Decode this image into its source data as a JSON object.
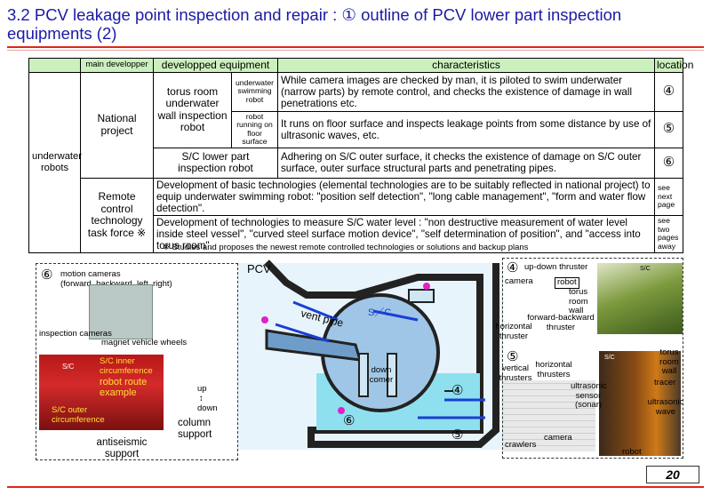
{
  "title": {
    "line1": "3.2 PCV leakage point inspection and repair : ①  outline of PCV lower part inspection",
    "line2": "equipments (2)"
  },
  "table": {
    "headers": {
      "main_developer": "main developper",
      "equipment": "developped equipment",
      "characteristics": "characteristics",
      "location": "location"
    },
    "category": "underwater robots",
    "national_project": "National project",
    "torus_room_robot": "torus room underwater wall inspection robot",
    "swimming_robot": "underwater swimming robot",
    "swimming_char": "While camera images are checked by man, it is piloted to swim underwater (narrow parts) by remote control, and checks the existence of damage in wall penetrations etc.",
    "swimming_loc": "④",
    "floor_robot": "robot running on floor surface",
    "floor_char": "It runs on floor surface and inspects leakage points from some distance by use of ultrasonic waves, etc.",
    "floor_loc": "⑤",
    "sc_robot": "S/C lower part inspection robot",
    "sc_char": "Adhering on S/C outer surface, it checks the existence of damage on S/C outer surface, outer surface structural parts and penetrating pipes.",
    "sc_loc": "⑥",
    "task_force": "Remote control technology task force ※",
    "tf_row1": "Development of basic technologies (elemental technologies are to be suitably reflected in national project) to equip underwater swimming robot: \"position self detection\", \"long cable management\", \"form and water flow detection\".",
    "tf_row1_note": "see next page",
    "tf_row2": "Development of technologies to measure S/C water level : \"non destructive measurement of water level inside steel vessel\", \"curved steel surface motion device\", \"self determination of position\", and \"access into torus room\".",
    "tf_row2_note": "see two pages away"
  },
  "footnote": "※  Studies and proposes the newest remote controlled technologies or solutions and backup plans",
  "panel6": {
    "number": "⑥",
    "motion_cameras": "motion cameras",
    "motion_cameras_dirs": "(forward, backward, left, right)",
    "inspection_cameras": "inspection cameras",
    "magnet_wheels": "magnet vehicle wheels",
    "sc_tag": "S/C",
    "inner_circ": "S/C inner circumference",
    "route": "robot route example",
    "outer_circ": "S/C outer circumference",
    "up": "up",
    "arrow": "↕",
    "down": "down",
    "column_support": "column support",
    "antiseismic": "antiseismic support"
  },
  "diagram": {
    "pcv": "PCV",
    "vent_pipe": "vent pipe",
    "sc": "S／C",
    "downcomer": "down comer",
    "loc4": "④",
    "loc5": "⑤",
    "loc6": "⑥"
  },
  "panel4": {
    "number": "④",
    "up_down": "up-down thruster",
    "camera": "camera",
    "robot": "robot",
    "torus_wall": "torus room wall",
    "fwd_back": "forward-backward thruster",
    "horizontal": "horizontal thruster",
    "sc_tag": "S/C"
  },
  "panel5": {
    "number": "⑤",
    "vertical": "vertical thrusters",
    "horizontal": "horizontal thrusters",
    "ultrasonic_sensor": "ultrasonic sensor (sonar)",
    "camera": "camera",
    "crawlers": "crawlers",
    "sc_tag": "S/C",
    "torus_wall": "torus room wall",
    "tracer": "tracer",
    "wave": "ultrasonic wave",
    "robot": "robot"
  },
  "page_number": "20"
}
